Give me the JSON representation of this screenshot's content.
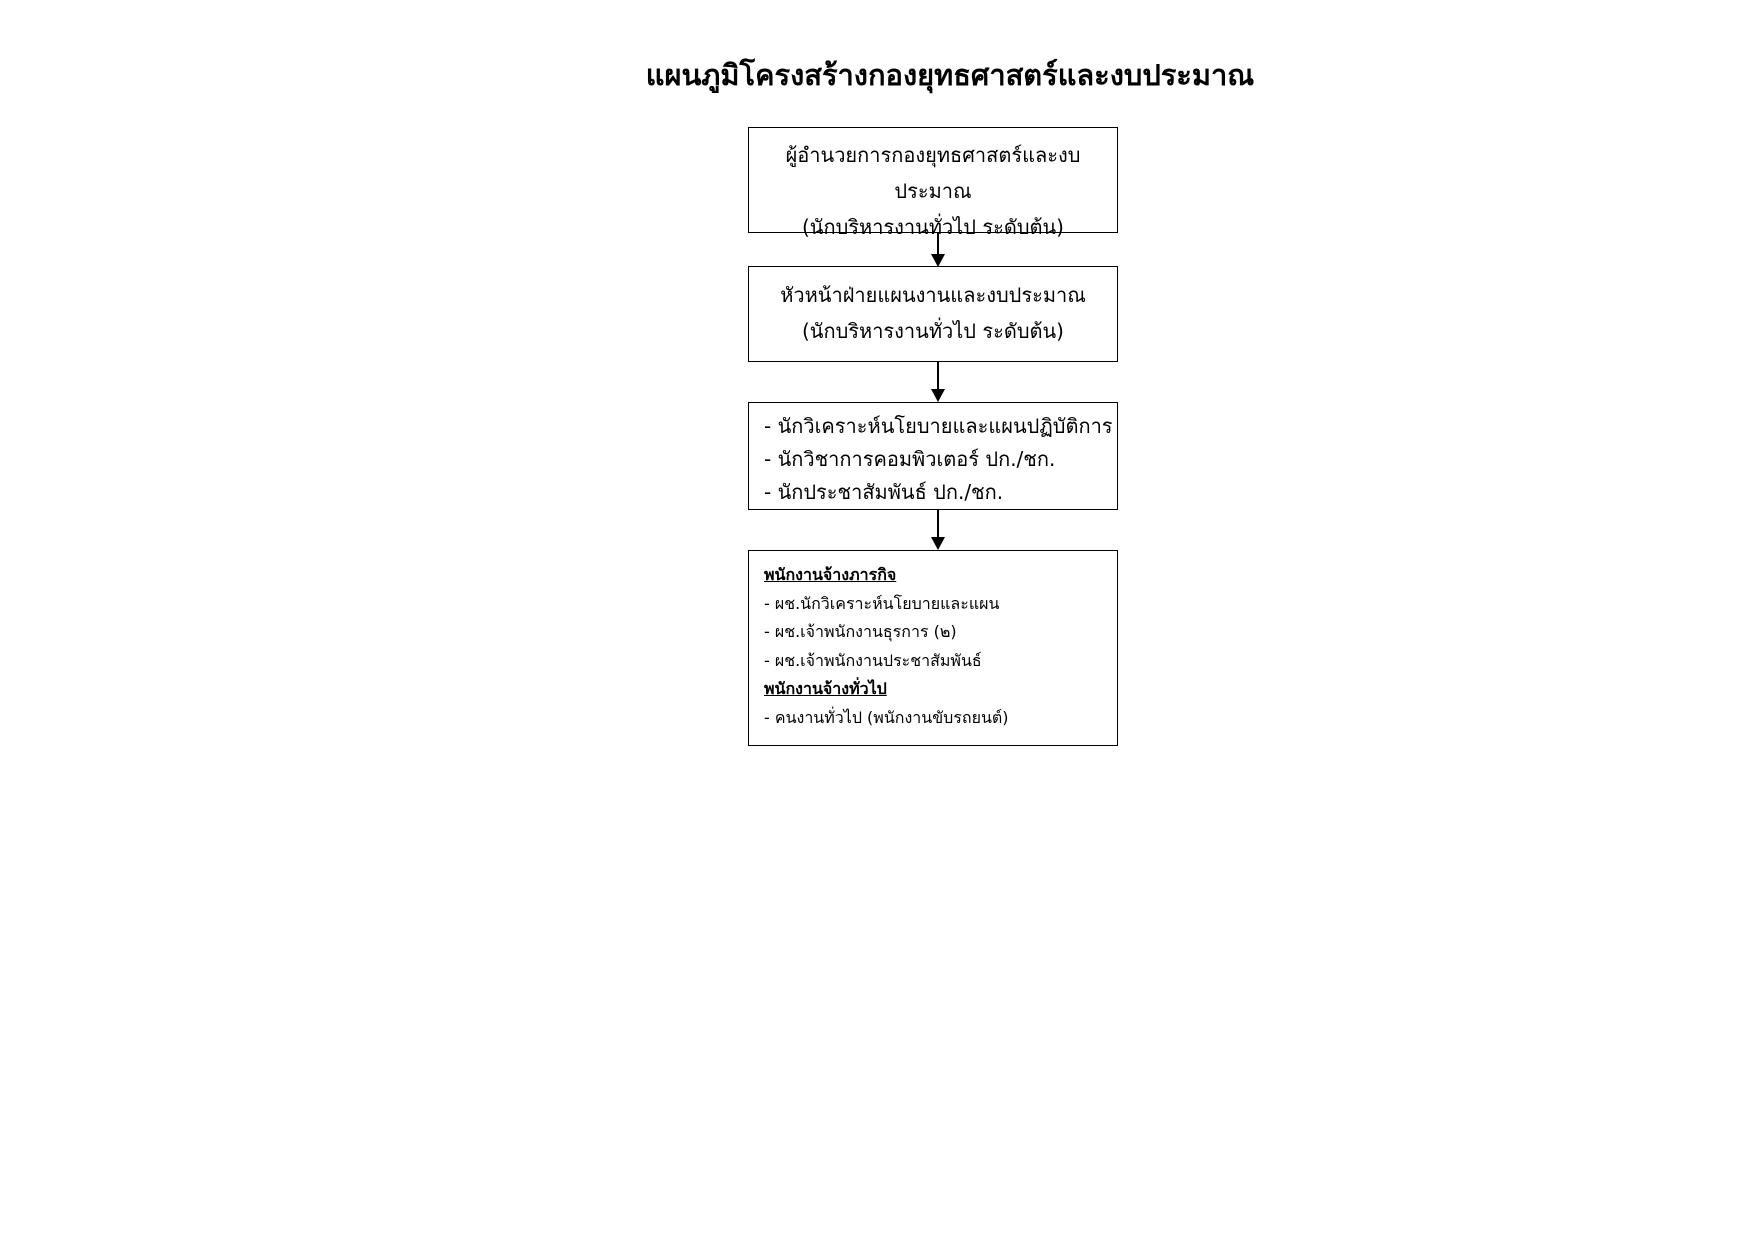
{
  "title": "แผนภูมิโครงสร้างกองยุทธศาสตร์และงบประมาณ",
  "boxes": {
    "director": {
      "line1": "ผู้อำนวยการกองยุทธศาสตร์และงบประมาณ",
      "line2": "(นักบริหารงานทั่วไป ระดับต้น)"
    },
    "head": {
      "line1": "หัวหน้าฝ่ายแผนงานและงบประมาณ",
      "line2": "(นักบริหารงานทั่วไป ระดับต้น)"
    },
    "staff": {
      "items": [
        "- นักวิเคราะห์นโยบายและแผนปฏิบัติการ",
        "- นักวิชาการคอมพิวเตอร์ ปก./ชก.",
        "- นักประชาสัมพันธ์ ปก./ชก."
      ]
    },
    "employees": {
      "mission_heading": "พนักงานจ้างภารกิจ",
      "mission_items": [
        "- ผช.นักวิเคราะห์นโยบายและแผน",
        "- ผช.เจ้าพนักงานธุรการ (๒)",
        "- ผช.เจ้าพนักงานประชาสัมพันธ์"
      ],
      "general_heading": "พนักงานจ้างทั่วไป",
      "general_items": [
        "- คนงานทั่วไป (พนักงานขับรถยนต์)"
      ]
    }
  }
}
